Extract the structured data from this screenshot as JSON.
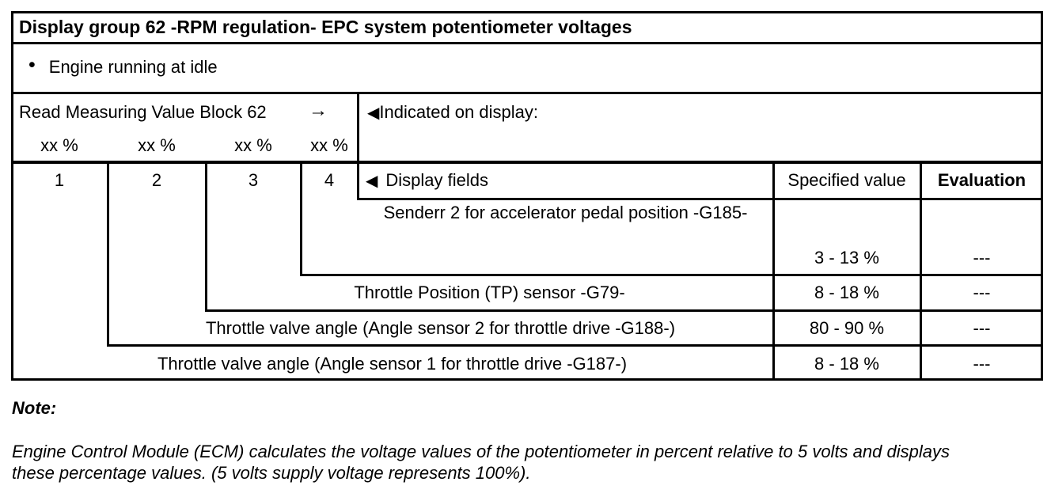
{
  "title": "Display group 62 -RPM regulation- EPC system potentiometer voltages",
  "condition": {
    "bullet": "•",
    "text": "Engine running at idle"
  },
  "read_block": {
    "label": "Read Measuring Value Block 62",
    "arrow": "→",
    "placeholders": [
      "xx %",
      "xx %",
      "xx %",
      "xx %"
    ]
  },
  "indicated": {
    "marker": "◀",
    "text": "Indicated on display:"
  },
  "columns": [
    "1",
    "2",
    "3",
    "4"
  ],
  "header": {
    "marker": "◀",
    "display_fields": "Display fields",
    "specified_value": "Specified value",
    "evaluation": "Evaluation"
  },
  "rows": [
    {
      "field": "Senderr 2 for accelerator pedal position -G185-",
      "specified": "3 - 13 %",
      "evaluation": "---"
    },
    {
      "field": "Throttle Position (TP) sensor -G79-",
      "specified": "8 - 18 %",
      "evaluation": "---"
    },
    {
      "field": "Throttle valve angle (Angle sensor 2 for throttle drive -G188-)",
      "specified": "80 - 90 %",
      "evaluation": "---"
    },
    {
      "field": "Throttle valve angle (Angle sensor 1 for throttle drive -G187-)",
      "specified": "8 - 18 %",
      "evaluation": "---"
    }
  ],
  "note": {
    "label": "Note:",
    "lines": [
      "Engine Control Module (ECM) calculates the voltage values of the potentiometer in percent relative to 5 volts and displays",
      "these percentage values. (5 volts supply voltage represents 100%)."
    ]
  }
}
